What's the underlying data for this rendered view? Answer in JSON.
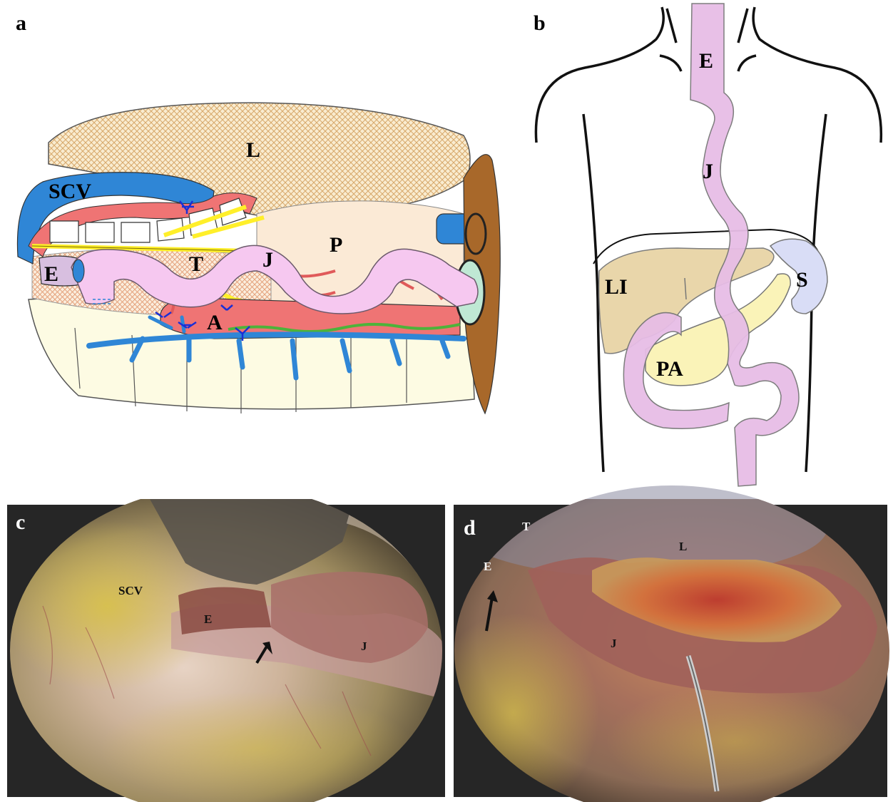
{
  "panels": {
    "a": {
      "letter": "a",
      "labels": {
        "L": "L",
        "SCV": "SCV",
        "T": "T",
        "J": "J",
        "P": "P",
        "E": "E",
        "A": "A"
      }
    },
    "b": {
      "letter": "b",
      "labels": {
        "E": "E",
        "J": "J",
        "LI": "LI",
        "S": "S",
        "PA": "PA"
      }
    },
    "c": {
      "letter": "c",
      "labels": {
        "SCV": "SCV",
        "E": "E",
        "J": "J"
      }
    },
    "d": {
      "letter": "d",
      "labels": {
        "T": "T",
        "L": "L",
        "E": "E",
        "J": "J"
      }
    }
  },
  "colors": {
    "jejunum": "#f6c8f0",
    "jejunum_stroke": "#6b5a6b",
    "vein": "#2f86d6",
    "artery": "#ef7474",
    "nerve": "#ffef2a",
    "lung": "#f5e4c6",
    "pericardium": "#fbead6",
    "liver": "#e8d4a6",
    "spleen": "#d9ddf6",
    "pancreas": "#faf3b8",
    "rib": "#fdfbe3",
    "chest_wall": "#a8682a",
    "drape": "#262626"
  }
}
